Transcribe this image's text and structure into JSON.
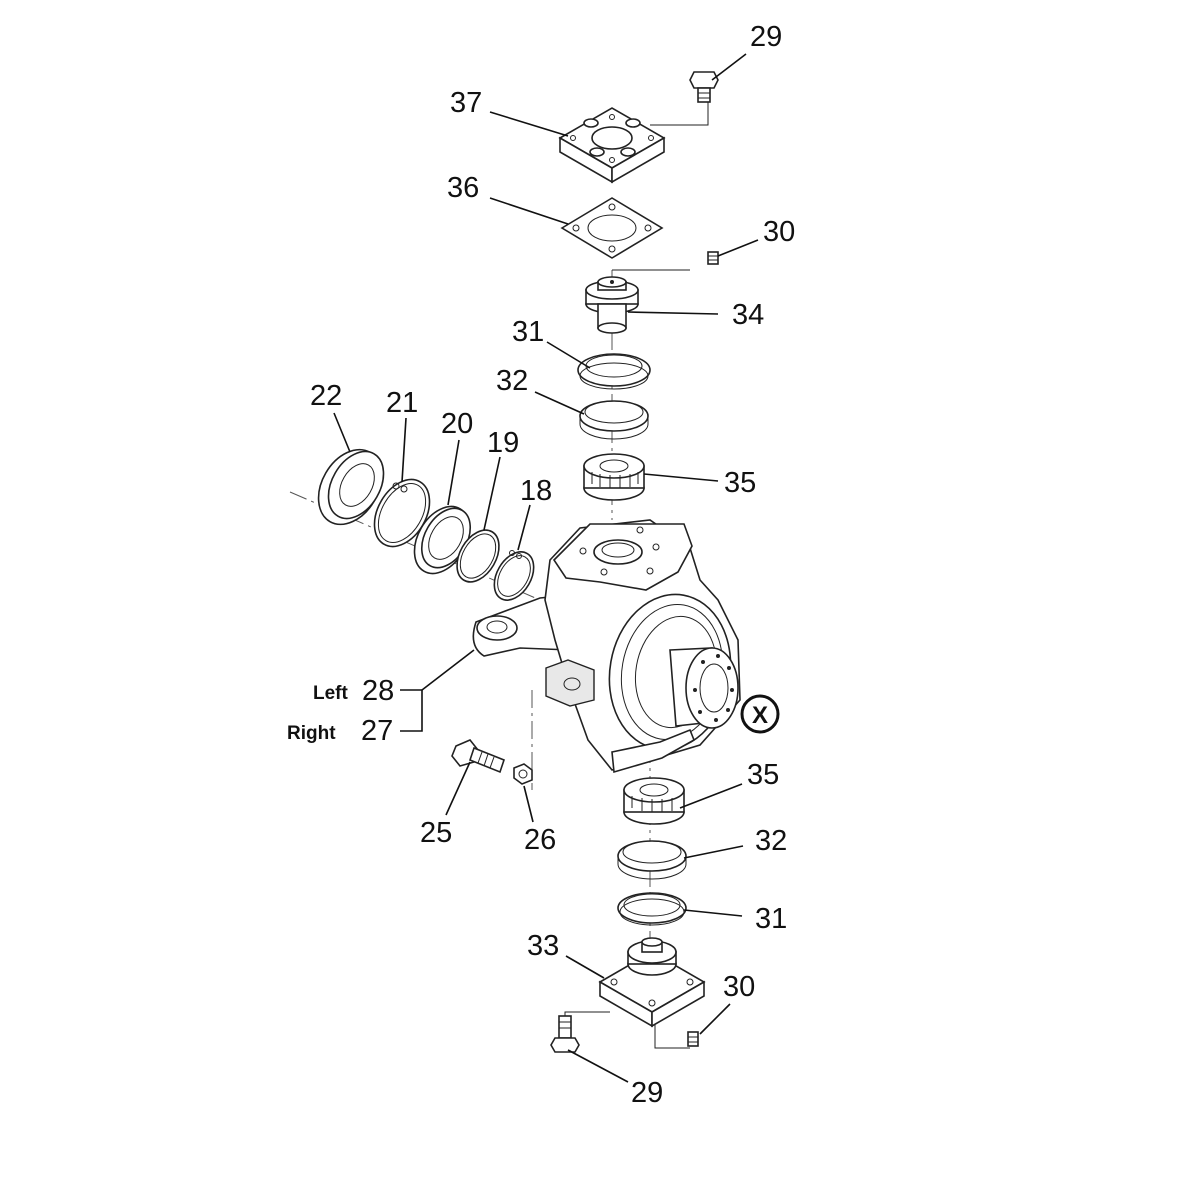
{
  "callouts": {
    "c29_top": "29",
    "c37": "37",
    "c36": "36",
    "c30_top": "30",
    "c34": "34",
    "c31_top": "31",
    "c32_top": "32",
    "c35_top": "35",
    "c22": "22",
    "c21": "21",
    "c20": "20",
    "c19": "19",
    "c18": "18",
    "c28": "28",
    "c27": "27",
    "c25": "25",
    "c26": "26",
    "c35_bottom": "35",
    "c32_bottom": "32",
    "c31_bottom": "31",
    "c33": "33",
    "c30_bottom": "30",
    "c29_bottom": "29"
  },
  "side_labels": {
    "left": "Left",
    "right": "Right"
  },
  "marker": "X"
}
